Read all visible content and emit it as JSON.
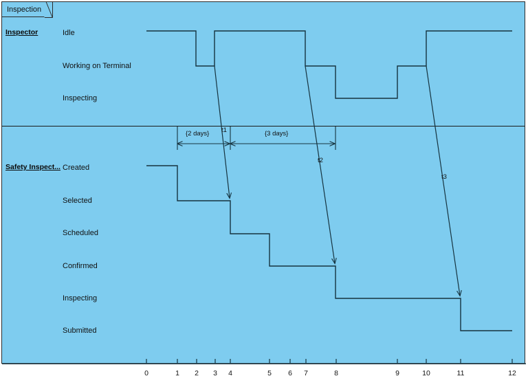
{
  "diagram": {
    "type": "uml-timing-diagram",
    "tab_label": "Inspection",
    "background_color": "#7ECCEF",
    "line_color": "#16333f"
  },
  "lifelines": [
    {
      "name": "Inspector",
      "states": [
        "Idle",
        "Working on Terminal",
        "Inspecting"
      ],
      "waveform": [
        {
          "state": "Idle",
          "from": 0,
          "to": 2
        },
        {
          "state": "Working on Terminal",
          "from": 2,
          "to": 3
        },
        {
          "state": "Idle",
          "from": 3,
          "to": 7
        },
        {
          "state": "Working on Terminal",
          "from": 7,
          "to": 8
        },
        {
          "state": "Inspecting",
          "from": 8,
          "to": 9
        },
        {
          "state": "Working on Terminal",
          "from": 9,
          "to": 10
        },
        {
          "state": "Idle",
          "from": 10,
          "to": 12
        }
      ]
    },
    {
      "name": "Safety Inspect...",
      "states": [
        "Created",
        "Selected",
        "Scheduled",
        "Confirmed",
        "Inspecting",
        "Submitted"
      ],
      "waveform": [
        {
          "state": "Created",
          "from": 0,
          "to": 1
        },
        {
          "state": "Selected",
          "from": 1,
          "to": 4
        },
        {
          "state": "Scheduled",
          "from": 4,
          "to": 5
        },
        {
          "state": "Confirmed",
          "from": 5,
          "to": 8
        },
        {
          "state": "Inspecting",
          "from": 8,
          "to": 11
        },
        {
          "state": "Submitted",
          "from": 11,
          "to": 12
        }
      ]
    }
  ],
  "messages": [
    {
      "label": "t1",
      "from_time": 3,
      "to_time": 4,
      "from_state": "Working on Terminal",
      "to_state": "Selected"
    },
    {
      "label": "t2",
      "from_time": 7,
      "to_time": 8,
      "from_state": "Working on Terminal",
      "to_state": "Confirmed"
    },
    {
      "label": "t3",
      "from_time": 10,
      "to_time": 11,
      "from_state": "Working on Terminal",
      "to_state": "Inspecting"
    }
  ],
  "duration_constraints": [
    {
      "label": "{2 days}",
      "from_time": 1,
      "to_time": 4
    },
    {
      "label": "{3 days}",
      "from_time": 4,
      "to_time": 8
    }
  ],
  "axis": {
    "ticks": [
      "0",
      "1",
      "2",
      "3",
      "4",
      "5",
      "6",
      "7",
      "8",
      "9",
      "10",
      "11",
      "12"
    ],
    "min": 0,
    "max": 12
  }
}
